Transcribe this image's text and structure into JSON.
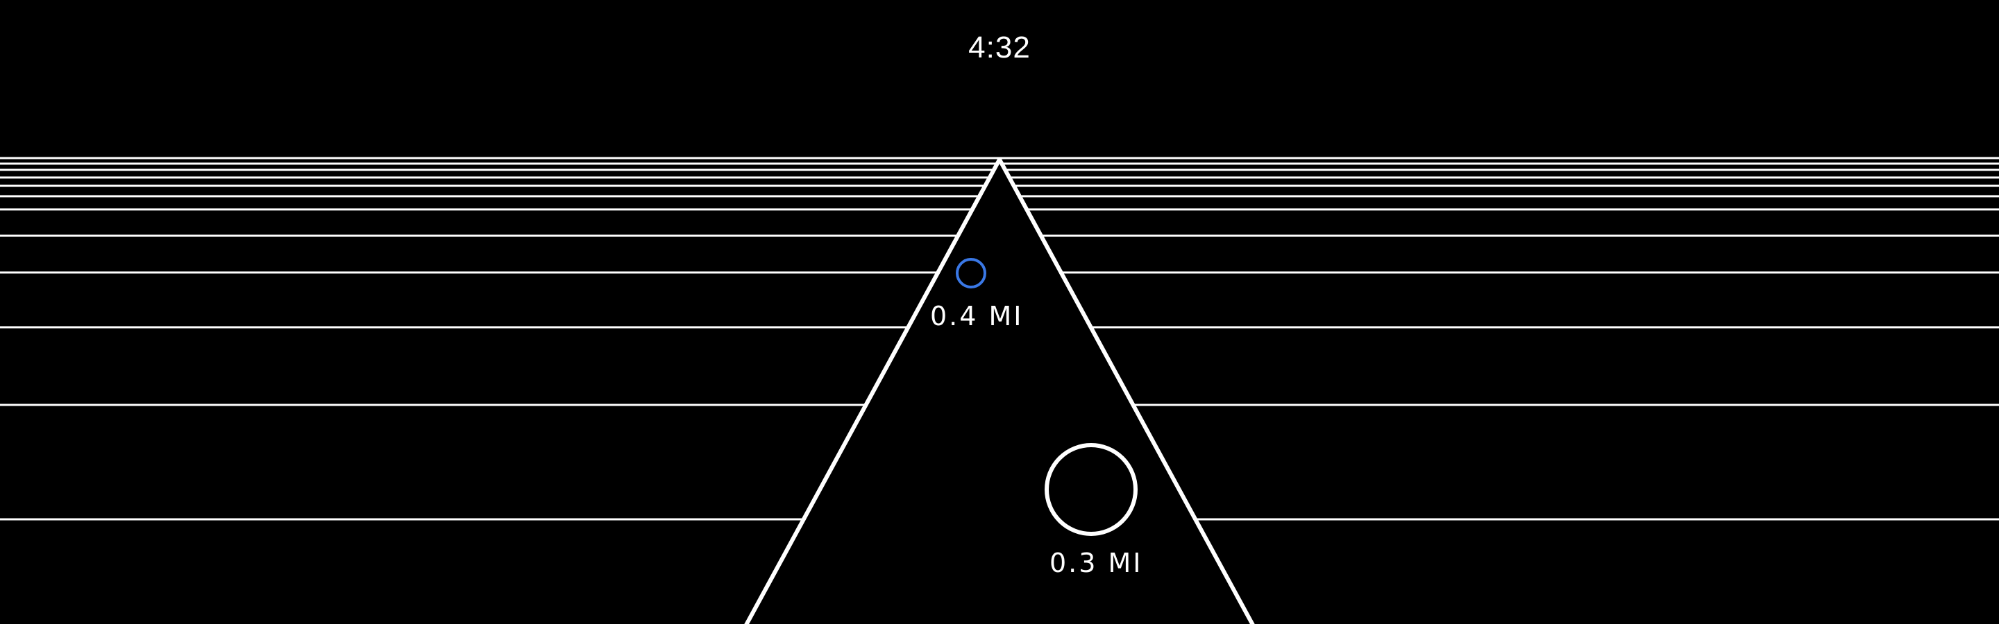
{
  "status": {
    "time": "4:32"
  },
  "waypoints": [
    {
      "name": "near-target",
      "distance_label": "0.4 MI",
      "color": "#3a78e6"
    },
    {
      "name": "far-target",
      "distance_label": "0.3 MI",
      "color": "#ffffff"
    }
  ],
  "theme": {
    "background": "#000000",
    "line_color": "#ffffff",
    "accent": "#3a78e6"
  }
}
